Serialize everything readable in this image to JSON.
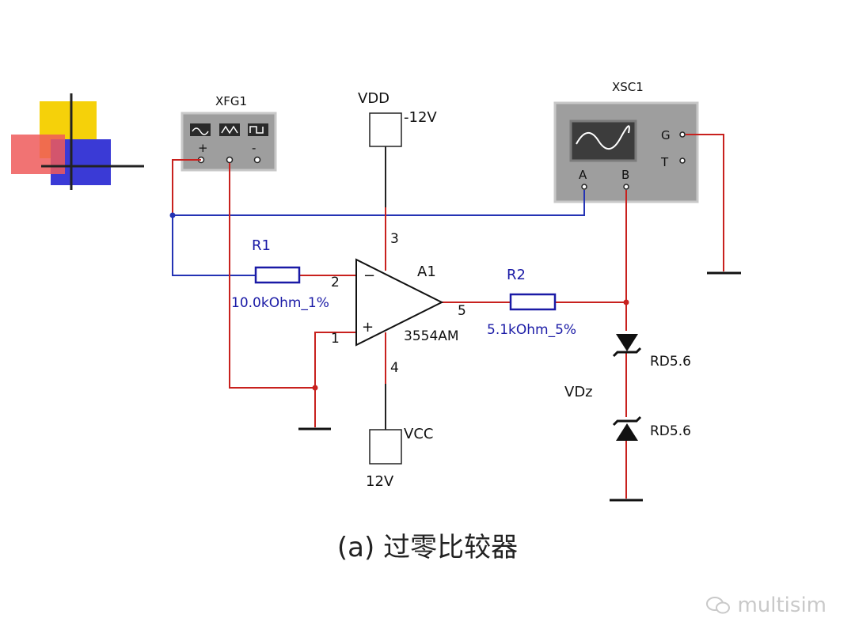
{
  "diagram": {
    "function_generator": {
      "label": "XFG1",
      "terminals": [
        "+",
        "",
        "-"
      ]
    },
    "oscilloscope": {
      "label": "XSC1",
      "ports": {
        "a": "A",
        "b": "B",
        "g": "G",
        "t": "T"
      }
    },
    "supply_top": {
      "name": "VDD",
      "value": "-12V"
    },
    "supply_bottom": {
      "name": "VCC",
      "value": "12V"
    },
    "opamp": {
      "ref": "A1",
      "model": "3554AM",
      "pin_inv": "2",
      "pin_noninv": "1",
      "pin_vplus": "3",
      "pin_vminus": "4",
      "pin_out": "5",
      "sign_minus": "−",
      "sign_plus": "+"
    },
    "r1": {
      "ref": "R1",
      "value": "10.0kOhm_1%"
    },
    "r2": {
      "ref": "R2",
      "value": "5.1kOhm_5%"
    },
    "zener_pair": {
      "ref": "VDz",
      "d1": "RD5.6",
      "d2": "RD5.6"
    }
  },
  "caption": "(a) 过零比较器",
  "watermark": "multisim",
  "colors": {
    "wire_red": "#c8211e",
    "wire_blue": "#2433b4",
    "label_blue": "#1a1aa6"
  }
}
